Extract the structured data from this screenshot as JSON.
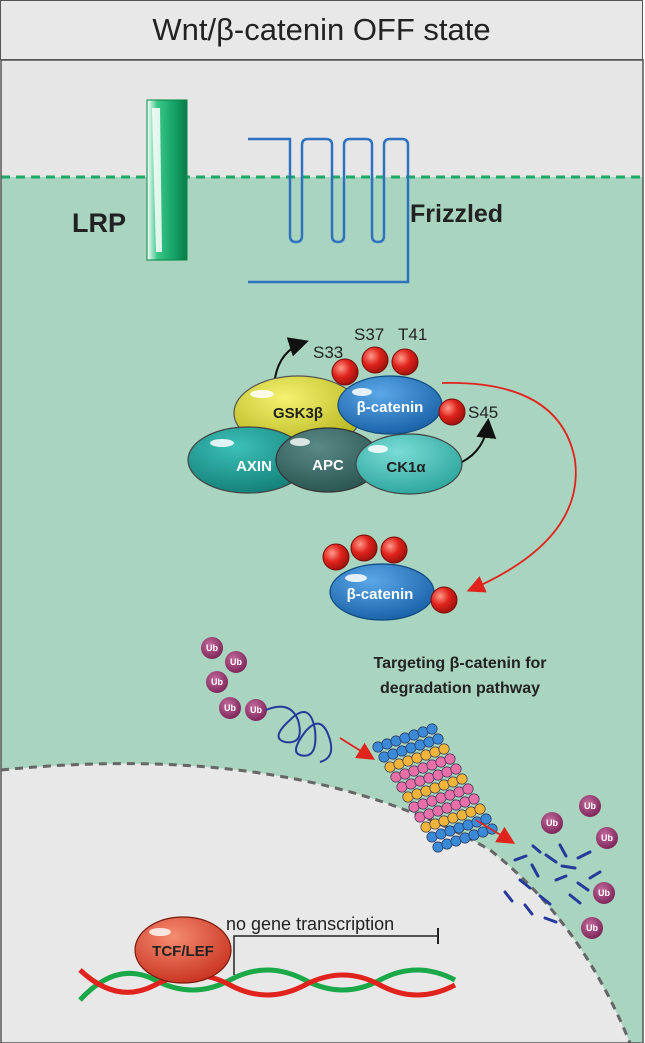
{
  "title": "Wnt/β-catenin OFF state",
  "membrane": {
    "lrp": "LRP",
    "frizzled": "Frizzled"
  },
  "complex": {
    "gsk3b": "GSK3β",
    "beta_catenin": "β-catenin",
    "axin": "AXIN",
    "apc": "APC",
    "ck1a": "CK1α",
    "sites": {
      "s33": "S33",
      "s37": "S37",
      "t41": "T41",
      "s45": "S45"
    }
  },
  "phospho_beta_catenin": "β-catenin",
  "degradation": {
    "line1": "Targeting β-catenin for",
    "line2": "degradation pathway"
  },
  "ubiquitin": "Ub",
  "nucleus": {
    "tcf_lef": "TCF/LEF",
    "no_transcription": "no gene transcription"
  },
  "colors": {
    "cytoplasm": "#a9d4bf",
    "extracellular": "#e6e6e6",
    "nucleus": "#e8e8e8",
    "membrane_line": "#1fa86a",
    "lrp": "#13a065",
    "frizzled": "#2f73c0",
    "gsk3b": "#dedc2c",
    "beta_catenin": "#1e78c8",
    "axin": "#1aa09a",
    "apc": "#3a6a66",
    "ck1a": "#3cc0b8",
    "phosphate": "#e0231c",
    "ubiquitin": "#9c3a72",
    "tcf_lef": "#e24a32",
    "arrow_red": "#e0231c"
  }
}
